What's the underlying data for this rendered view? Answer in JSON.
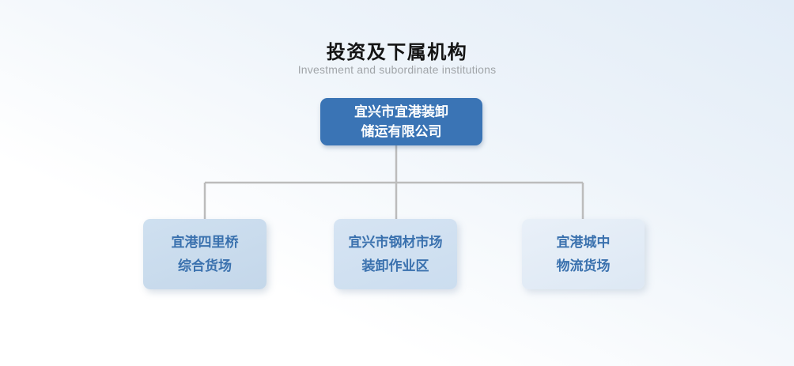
{
  "header": {
    "title": "投资及下属机构",
    "subtitle": "Investment and subordinate institutions"
  },
  "org_chart": {
    "type": "organization-tree",
    "root": {
      "full_name": "宜兴市宜港装卸储运有限公司",
      "line1": "宜兴市宜港装卸",
      "line2": "储运有限公司"
    },
    "children": [
      {
        "full_name": "宜港四里桥综合货场",
        "line1": "宜港四里桥",
        "line2": "综合货场"
      },
      {
        "full_name": "宜兴市钢材市场装卸作业区",
        "line1": "宜兴市钢材市场",
        "line2": "装卸作业区"
      },
      {
        "full_name": "宜港城中物流货场",
        "line1": "宜港城中",
        "line2": "物流货场"
      }
    ]
  },
  "colors": {
    "root_box_fill": "#3a74b5",
    "root_box_text": "#ffffff",
    "child_box_fill_left": "#c7daec",
    "child_box_fill_middle": "#cfe0f0",
    "child_box_fill_right": "#e3ecf6",
    "child_box_text": "#3a71ae",
    "connector_line": "#bcbcbc",
    "title_text": "#141414",
    "subtitle_text": "#a1a5a9",
    "background_top": "#e2ecf7",
    "background_bottom": "#ffffff"
  }
}
